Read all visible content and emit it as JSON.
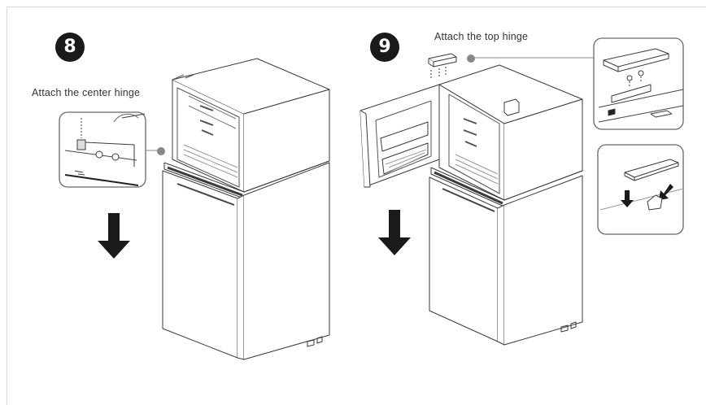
{
  "steps": [
    {
      "number": "8",
      "caption": "Attach the center hinge"
    },
    {
      "number": "9",
      "caption": "Attach the top hinge"
    }
  ],
  "icons": {
    "step8_arrow": "down-arrow-icon",
    "step9_arrow": "down-arrow-icon"
  },
  "colors": {
    "line": "#3a3a3a",
    "badge": "#1a1a1a",
    "callout": "#888888"
  }
}
